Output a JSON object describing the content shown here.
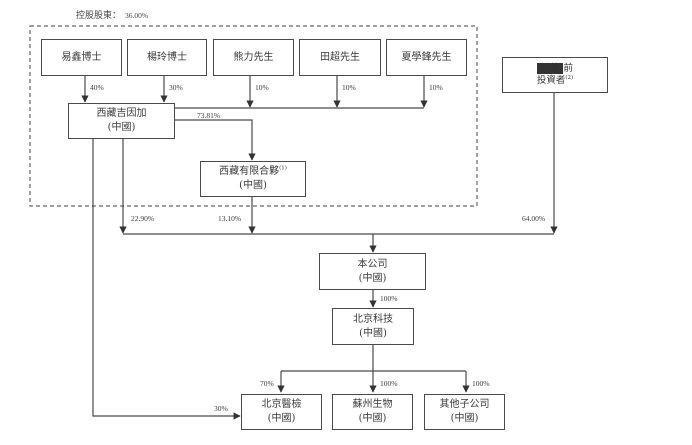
{
  "header": {
    "label": "控股股東：",
    "value": "36.00%"
  },
  "shareholders": [
    {
      "name": "易鑫博士",
      "pct": "40%"
    },
    {
      "name": "楊玲博士",
      "pct": "30%"
    },
    {
      "name": "熊力先生",
      "pct": "10%"
    },
    {
      "name": "田超先生",
      "pct": "10%"
    },
    {
      "name": "夏學鋒先生",
      "pct": "10%"
    }
  ],
  "pre_ipo": {
    "line1_redacted": "[編纂]",
    "line1_suffix": "前",
    "line2": "投資者",
    "note": "(2)",
    "pct": "64.00%"
  },
  "jiyinjia": {
    "name": "西藏吉因加",
    "region": "(中國)",
    "pct_to_company": "22.90%",
    "pct_to_partnership": "73.81%",
    "pct_to_bj_medical": "30%"
  },
  "partnership": {
    "name": "西藏有限合夥",
    "note": "(1)",
    "region": "(中國)",
    "pct_to_company": "13.10%"
  },
  "company": {
    "name": "本公司",
    "region": "(中國)",
    "pct_to_bj_tech": "100%"
  },
  "bj_tech": {
    "name": "北京科技",
    "region": "(中國)"
  },
  "subsidiaries": [
    {
      "name": "北京醫檢",
      "region": "(中國)",
      "pct": "70%"
    },
    {
      "name": "蘇州生物",
      "region": "(中國)",
      "pct": "100%"
    },
    {
      "name": "其他子公司",
      "region": "(中國)",
      "pct": "100%"
    }
  ],
  "colors": {
    "line": "#4a4a4a",
    "border": "#4a4a4a",
    "text": "#3a3a3a"
  }
}
